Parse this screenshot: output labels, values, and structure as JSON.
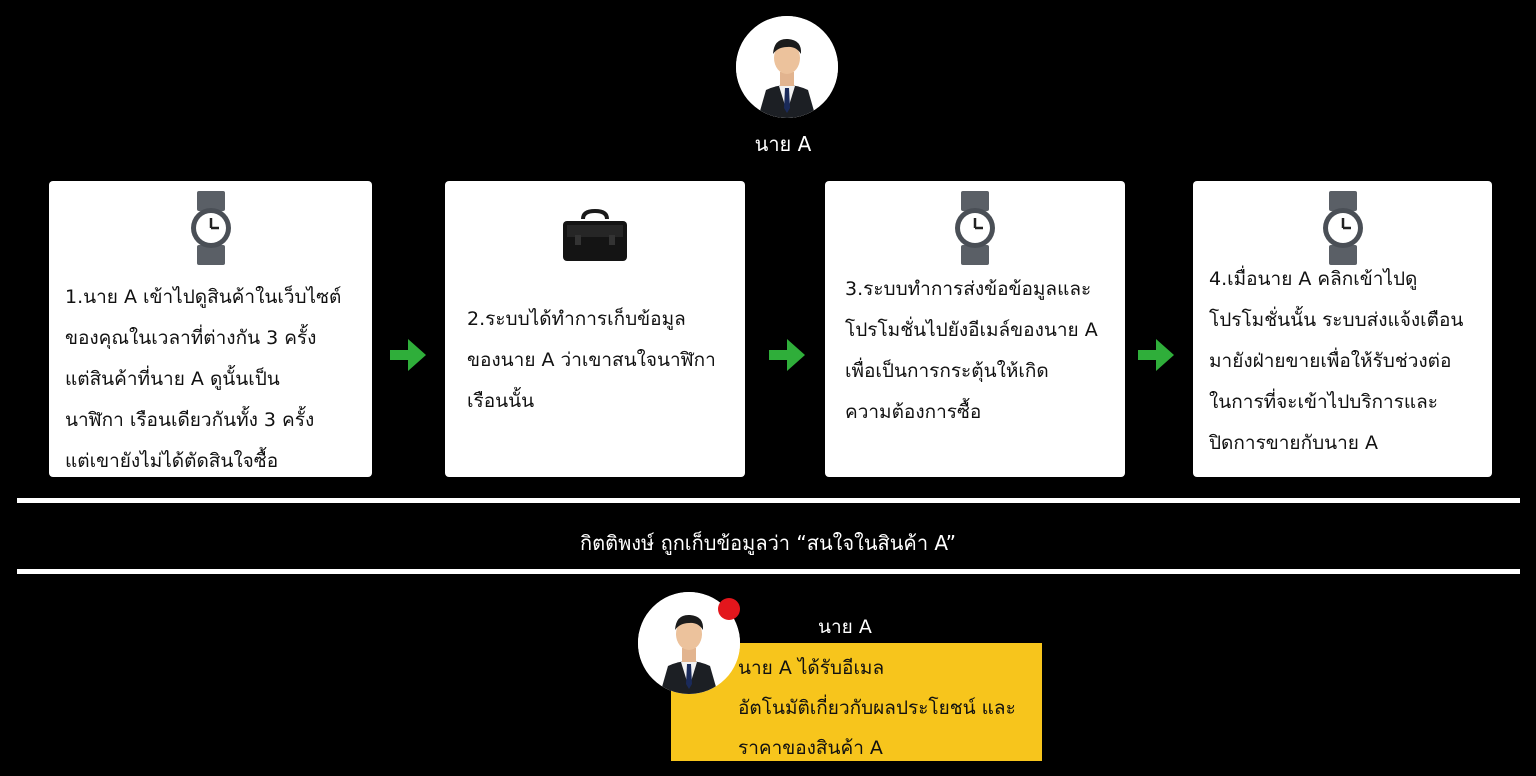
{
  "top_user": {
    "name": "นาย A",
    "avatar": "businessman-avatar"
  },
  "steps": [
    {
      "icon": "watch-icon",
      "lines": [
        "1.นาย A เข้าไปดูสินค้าในเว็บไซต์",
        "ของคุณในเวลาที่ต่างกัน 3 ครั้ง",
        "แต่สินค้าที่นาย A ดูนั้นเป็น",
        "นาฬิกา เรือนเดียวกันทั้ง 3 ครั้ง",
        "แต่เขายังไม่ได้ตัดสินใจซื้อ"
      ]
    },
    {
      "icon": "briefcase-icon",
      "lines": [
        "2.ระบบได้ทำการเก็บข้อมูล",
        "ของนาย A ว่าเขาสนใจนาฬิกา",
        "เรือนนั้น"
      ]
    },
    {
      "icon": "watch-icon",
      "lines": [
        "3.ระบบทำการส่งข้อข้อมูลและ",
        "โปรโมชั่นไปยังอีเมล์ของนาย A",
        "เพื่อเป็นการกระตุ้นให้เกิด",
        "ความต้องการซื้อ"
      ]
    },
    {
      "icon": "watch-icon",
      "lines": [
        "4.เมื่อนาย A คลิกเข้าไปดู",
        "โปรโมชั่นนั้น ระบบส่งแจ้งเตือน",
        "มายังฝ่ายขายเพื่อให้รับช่วงต่อ",
        "ในการที่จะเข้าไปบริการและ",
        "ปิดการขายกับนาย A"
      ]
    }
  ],
  "caption": "กิตติพงษ์  ถูกเก็บข้อมูลว่า “สนใจในสินค้า A”",
  "notification": {
    "name": "นาย A",
    "lines": [
      "นาย A    ได้รับอีเมล",
      "อัตโนมัติเกี่ยวกับผลประโยชน์ และ",
      "ราคาของสินค้า A"
    ],
    "box_color": "#f7c51c",
    "dot_color": "#e3161c"
  },
  "colors": {
    "background": "#000000",
    "arrow": "#2fae3a"
  }
}
